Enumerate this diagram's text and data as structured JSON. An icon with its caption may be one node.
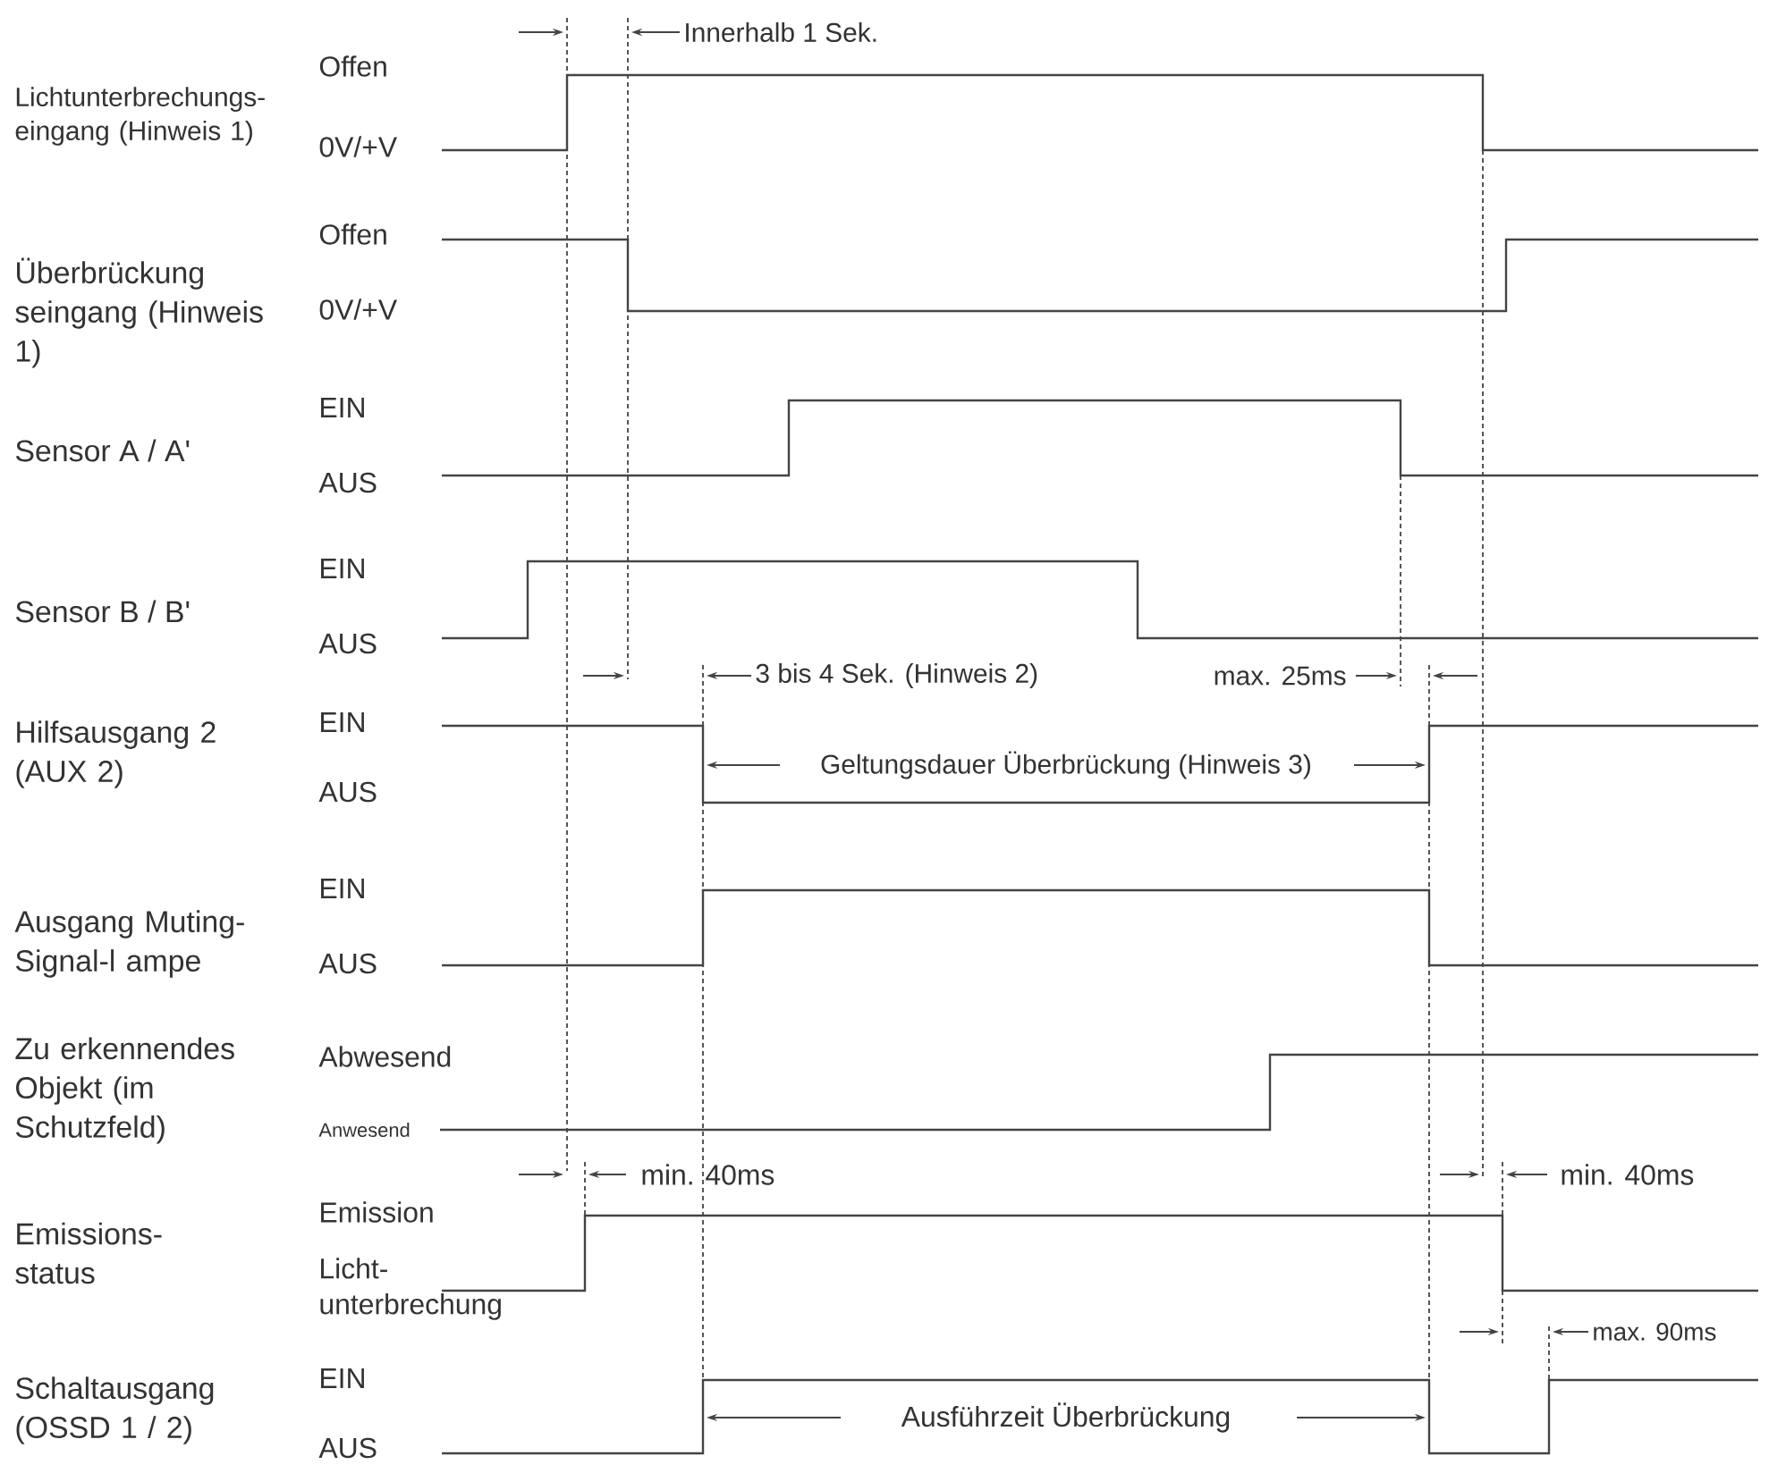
{
  "diagram": {
    "labels": [
      "Innerhalb 1 Sek.",
      "Lichtunterbrechungs- eingang (Hinweis 1)",
      "Offen",
      "0V/+V",
      "Überbrückung seingang (Hinweis 1)",
      "Offen",
      "0V/+V",
      "Sensor A / A'",
      "EIN",
      "AUS",
      "Sensor B / B'",
      "EIN",
      "AUS",
      "3 bis 4 Sek. (Hinweis 2)",
      "max. 25ms",
      "Hilfsausgang 2 (AUX 2)",
      "EIN",
      "AUS",
      "Geltungsdauer Überbrückung (Hinweis 3)",
      "Ausgang Muting-Signal-l ampe",
      "EIN",
      "AUS",
      "Zu erkennendes Objekt (im Schutzfeld)",
      "Abwesend",
      "Anwesend",
      "min. 40ms",
      "min. 40ms",
      "Emissions- status",
      "Emission",
      "Licht- unterbrechung",
      "max. 90ms",
      "Schaltausgang (OSSD 1 / 2)",
      "EIN",
      "AUS",
      "Ausführzeit Überbrückung"
    ]
  }
}
